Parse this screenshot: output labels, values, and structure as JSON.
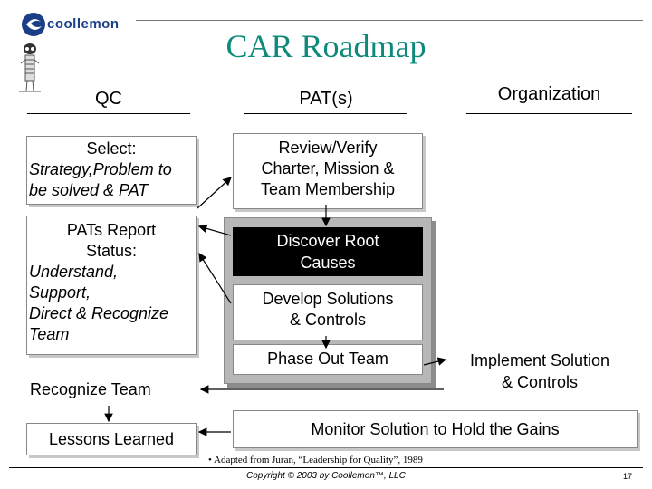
{
  "header": {
    "logo_text": "coollemon",
    "title": "CAR Roadmap"
  },
  "columns": {
    "qc": "QC",
    "pats": "PAT(s)",
    "organization": "Organization"
  },
  "qc_boxes": {
    "select_title": "Select:",
    "select_body_1": "Strategy,Problem to",
    "select_body_2": "be solved & PAT",
    "report_title_1": "PATs Report",
    "report_title_2": "Status:",
    "report_body_1": "Understand,",
    "report_body_2": "Support,",
    "report_body_3": "Direct & Recognize",
    "report_body_4": "Team",
    "recognize_team": "Recognize Team",
    "lessons_learned": "Lessons Learned"
  },
  "pat_boxes": {
    "review_1": "Review/Verify",
    "review_2": "Charter, Mission &",
    "review_3": "Team Membership",
    "discover_1": "Discover Root",
    "discover_2": "Causes",
    "develop_1": "Develop Solutions",
    "develop_2": "& Controls",
    "phase_out": "Phase Out Team"
  },
  "org_boxes": {
    "implement_1": "Implement Solution",
    "implement_2": "& Controls",
    "monitor": "Monitor Solution to Hold the Gains"
  },
  "footer": {
    "footnote": "• Adapted from Juran, “Leadership for Quality”, 1989",
    "copyright": "Copyright © 2003 by Coollemon™, LLC",
    "page_number": "17"
  },
  "colors": {
    "title": "#0f8a7a",
    "logo": "#1a3f86",
    "panel": "#b7b7b7"
  }
}
